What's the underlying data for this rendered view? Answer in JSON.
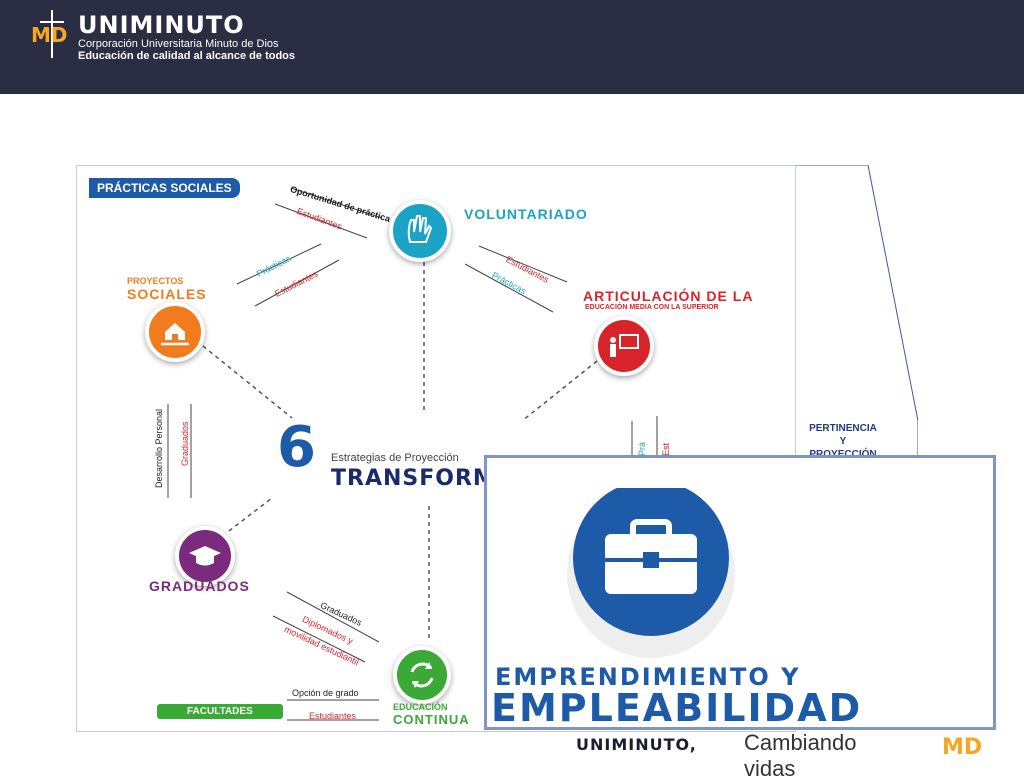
{
  "header": {
    "logo_text": "MD",
    "brand_name": "UNIMINUTO",
    "subtitle": "Corporación Universitaria Minuto de Dios",
    "tagline": "Educación de calidad al alcance de todos"
  },
  "diagram": {
    "section_label": "PRÁCTICAS SOCIALES",
    "nodes": {
      "voluntariado": "VOLUNTARIADO",
      "proyectos_line1": "PROYECTOS",
      "proyectos_line2": "SOCIALES",
      "articulacion_line1": "ARTICULACIÓN DE LA",
      "articulacion_line2": "EDUCACIÓN MEDIA CON LA SUPERIOR",
      "graduados": "GRADUADOS",
      "educacion_line1": "EDUCACIÓN",
      "educacion_line2": "CONTINUA"
    },
    "center": {
      "number": "6",
      "subtitle": "Estrategias de Proyección",
      "title": "TRANSFORMA"
    },
    "flows": {
      "oportunidad": "Oportunidad de práctica",
      "estudiantes_1": "Estudiantes",
      "practicas_1": "Prácticas",
      "estudiantes_2": "Estudiantes",
      "estudiantes_3": "Estudiantes",
      "practicas_2": "Prácticas",
      "desarrollo": "Desarrollo Personal",
      "graduados_flow": "Graduados",
      "graduados_flow2": "Graduados",
      "diplomados": "Diplomados y",
      "movilidad": "movilidad estudiantil",
      "opcion": "Opción de grado",
      "estudiantes_4": "Estudiantes",
      "est_partial": "Est",
      "pra_partial": "Prá"
    },
    "facultades": "FACULTADES"
  },
  "side_panel": {
    "line1": "PERTINENCIA",
    "line2": "Y",
    "line3": "PROYECCIÓN"
  },
  "card": {
    "title_line1": "EMPRENDIMIENTO Y",
    "title_line2": "EMPLEABILIDAD"
  },
  "footer": {
    "brand": "UNIMINUTO,",
    "slogan": "Cambiando vidas",
    "logo_text": "MD"
  },
  "colors": {
    "header_bg": "#2b2d43",
    "blue": "#1d5aa8",
    "teal": "#1ba3c6",
    "orange": "#f07c1e",
    "red": "#d8232a",
    "purple": "#7b2a7e",
    "green": "#3aa935"
  }
}
